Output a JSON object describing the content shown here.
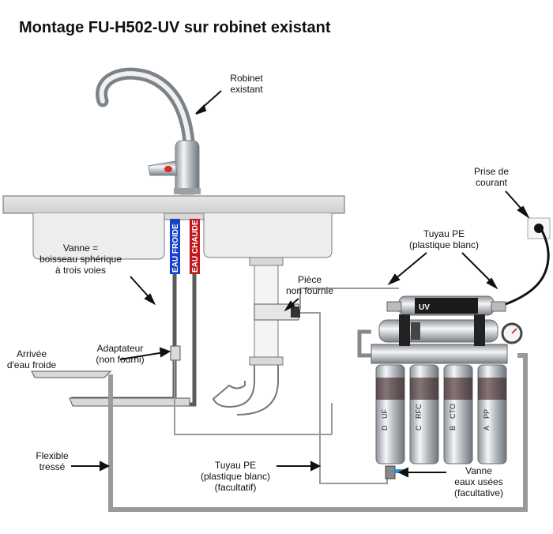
{
  "title": "Montage FU-H502-UV sur robinet existant",
  "labels": {
    "robinet": [
      "Robinet",
      "existant"
    ],
    "prise": [
      "Prise de",
      "courant"
    ],
    "tuyau_pe_top": [
      "Tuyau PE",
      "(plastique blanc)"
    ],
    "vanne_3voies": [
      "Vanne =",
      "boisseau sphérique",
      "à trois voies"
    ],
    "piece": [
      "Pièce",
      "non fournie"
    ],
    "adaptateur": [
      "Adaptateur",
      "(non fourni)"
    ],
    "arrivee": [
      "Arrivée",
      "d'eau froide"
    ],
    "flexible": [
      "Flexible",
      "tressé"
    ],
    "tuyau_pe_bottom": [
      "Tuyau PE",
      "(plastique blanc)",
      "(facultatif)"
    ],
    "vanne_eaux": [
      "Vanne",
      "eaux usées",
      "(facultative)"
    ]
  },
  "pipe_labels": {
    "froide": "EAU FROIDE",
    "chaude": "EAU CHAUDE"
  },
  "uv_label": "UV",
  "cartridges": [
    "UF",
    "RFC",
    "CTO",
    "PP"
  ],
  "cartridge_letters": [
    "D",
    "C",
    "B",
    "A"
  ],
  "colors": {
    "cold": "#1a3fc9",
    "hot": "#c0161c",
    "pipe": "#9a9a9a",
    "steel": "#c8ccd0"
  }
}
